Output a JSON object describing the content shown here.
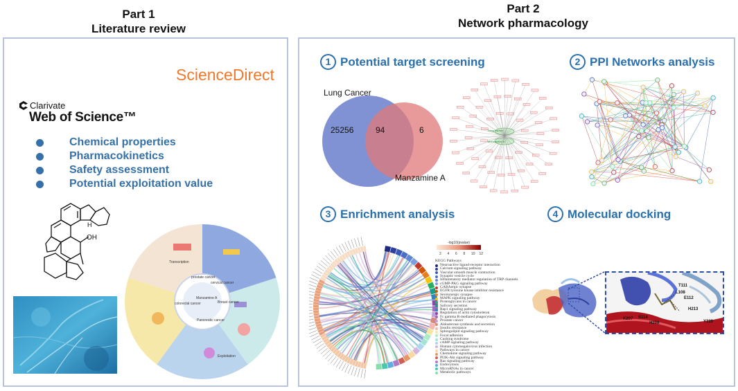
{
  "part1": {
    "heading": "Part 1",
    "subheading": "Literature review"
  },
  "part2": {
    "heading": "Part 2",
    "subheading": "Network pharmacology"
  },
  "databases": {
    "sciencedirect": "ScienceDirect",
    "clarivate": "Clarivate",
    "wos": "Web of Science™"
  },
  "topics": [
    "Chemical properties",
    "Pharmacokinetics",
    "Safety assessment",
    "Potential exploitation value"
  ],
  "structure": {
    "oh_label": "OH",
    "nh_label": "H"
  },
  "wheel": {
    "center": "Manzamine A",
    "segments": [
      "prostate cancer",
      "cervical cancer",
      "Breast cancer",
      "Pancreatic cancer",
      "colorectal cancer"
    ],
    "inner_labels": [
      "Transcription",
      "Exploitation"
    ]
  },
  "sections": [
    {
      "num": "1",
      "title": "Potential target screening"
    },
    {
      "num": "2",
      "title": "PPI Networks analysis"
    },
    {
      "num": "3",
      "title": "Enrichment analysis"
    },
    {
      "num": "4",
      "title": "Molecular docking"
    }
  ],
  "venn": {
    "left_label": "Lung Cancer",
    "right_label": "Manzamine A",
    "left_only": "25256",
    "overlap": "94",
    "right_only": "6",
    "left_color": "#6a7fcd",
    "right_color": "#e07878"
  },
  "network": {
    "center_labels": [
      "Lung cancer",
      "Manzamine A"
    ]
  },
  "enrichment": {
    "scale_title": "-log10(pvalue)",
    "scale_ticks": [
      "2",
      "4",
      "6",
      "8",
      "10",
      "12"
    ],
    "legend_title": "KEGG Pathways",
    "pathways": [
      "Neuroactive ligand-receptor interaction",
      "Calcium signaling pathway",
      "Vascular smooth muscle contraction",
      "Synaptic vesicle cycle",
      "Inflammatory mediator regulation of TRP channels",
      "cGMP-PKG signaling pathway",
      "GABAergic synapse",
      "EGFR tyrosine kinase inhibitor resistance",
      "Serotonergic synapse",
      "MAPK signaling pathway",
      "Proteoglycans in cancer",
      "Salivary secretion",
      "Rap1 signaling pathway",
      "Regulation of actin cytoskeleton",
      "Fc gamma R-mediated phagocytosis",
      "Prostate cancer",
      "Aldosterone synthesis and secretion",
      "Insulin resistance",
      "Sphingolipid signaling pathway",
      "Focal adhesion",
      "Cushing syndrome",
      "cAMP signaling pathway",
      "Human cytomegalovirus infection",
      "Pathways in cancer",
      "Chemokine signaling pathway",
      "PI3K-Akt signaling pathway",
      "Ras signaling pathway",
      "Endocytosis",
      "MicroRNAs in cancer",
      "Metabolic pathways"
    ],
    "pathway_colors": [
      "#1f2a7a",
      "#2c3f9e",
      "#3a56b8",
      "#4b6fc9",
      "#5f86d6",
      "#7c9ee0",
      "#c0392b",
      "#d35400",
      "#e67e22",
      "#f1c40f",
      "#27ae60",
      "#16a085",
      "#2e86c1",
      "#8e44ad",
      "#a569bd",
      "#c0a0d8",
      "#d98880",
      "#f5b7b1",
      "#f9e79f",
      "#abebc6",
      "#a3e4d7",
      "#aed6f1",
      "#d2b4de",
      "#fad7a0",
      "#e59866",
      "#cd6155",
      "#af7ac5",
      "#5dade2",
      "#48c9b0",
      "#82e0aa"
    ]
  },
  "docking": {
    "residues": [
      "T111",
      "E112",
      "L108",
      "H213",
      "K207",
      "S114",
      "H209",
      "Y220"
    ]
  }
}
